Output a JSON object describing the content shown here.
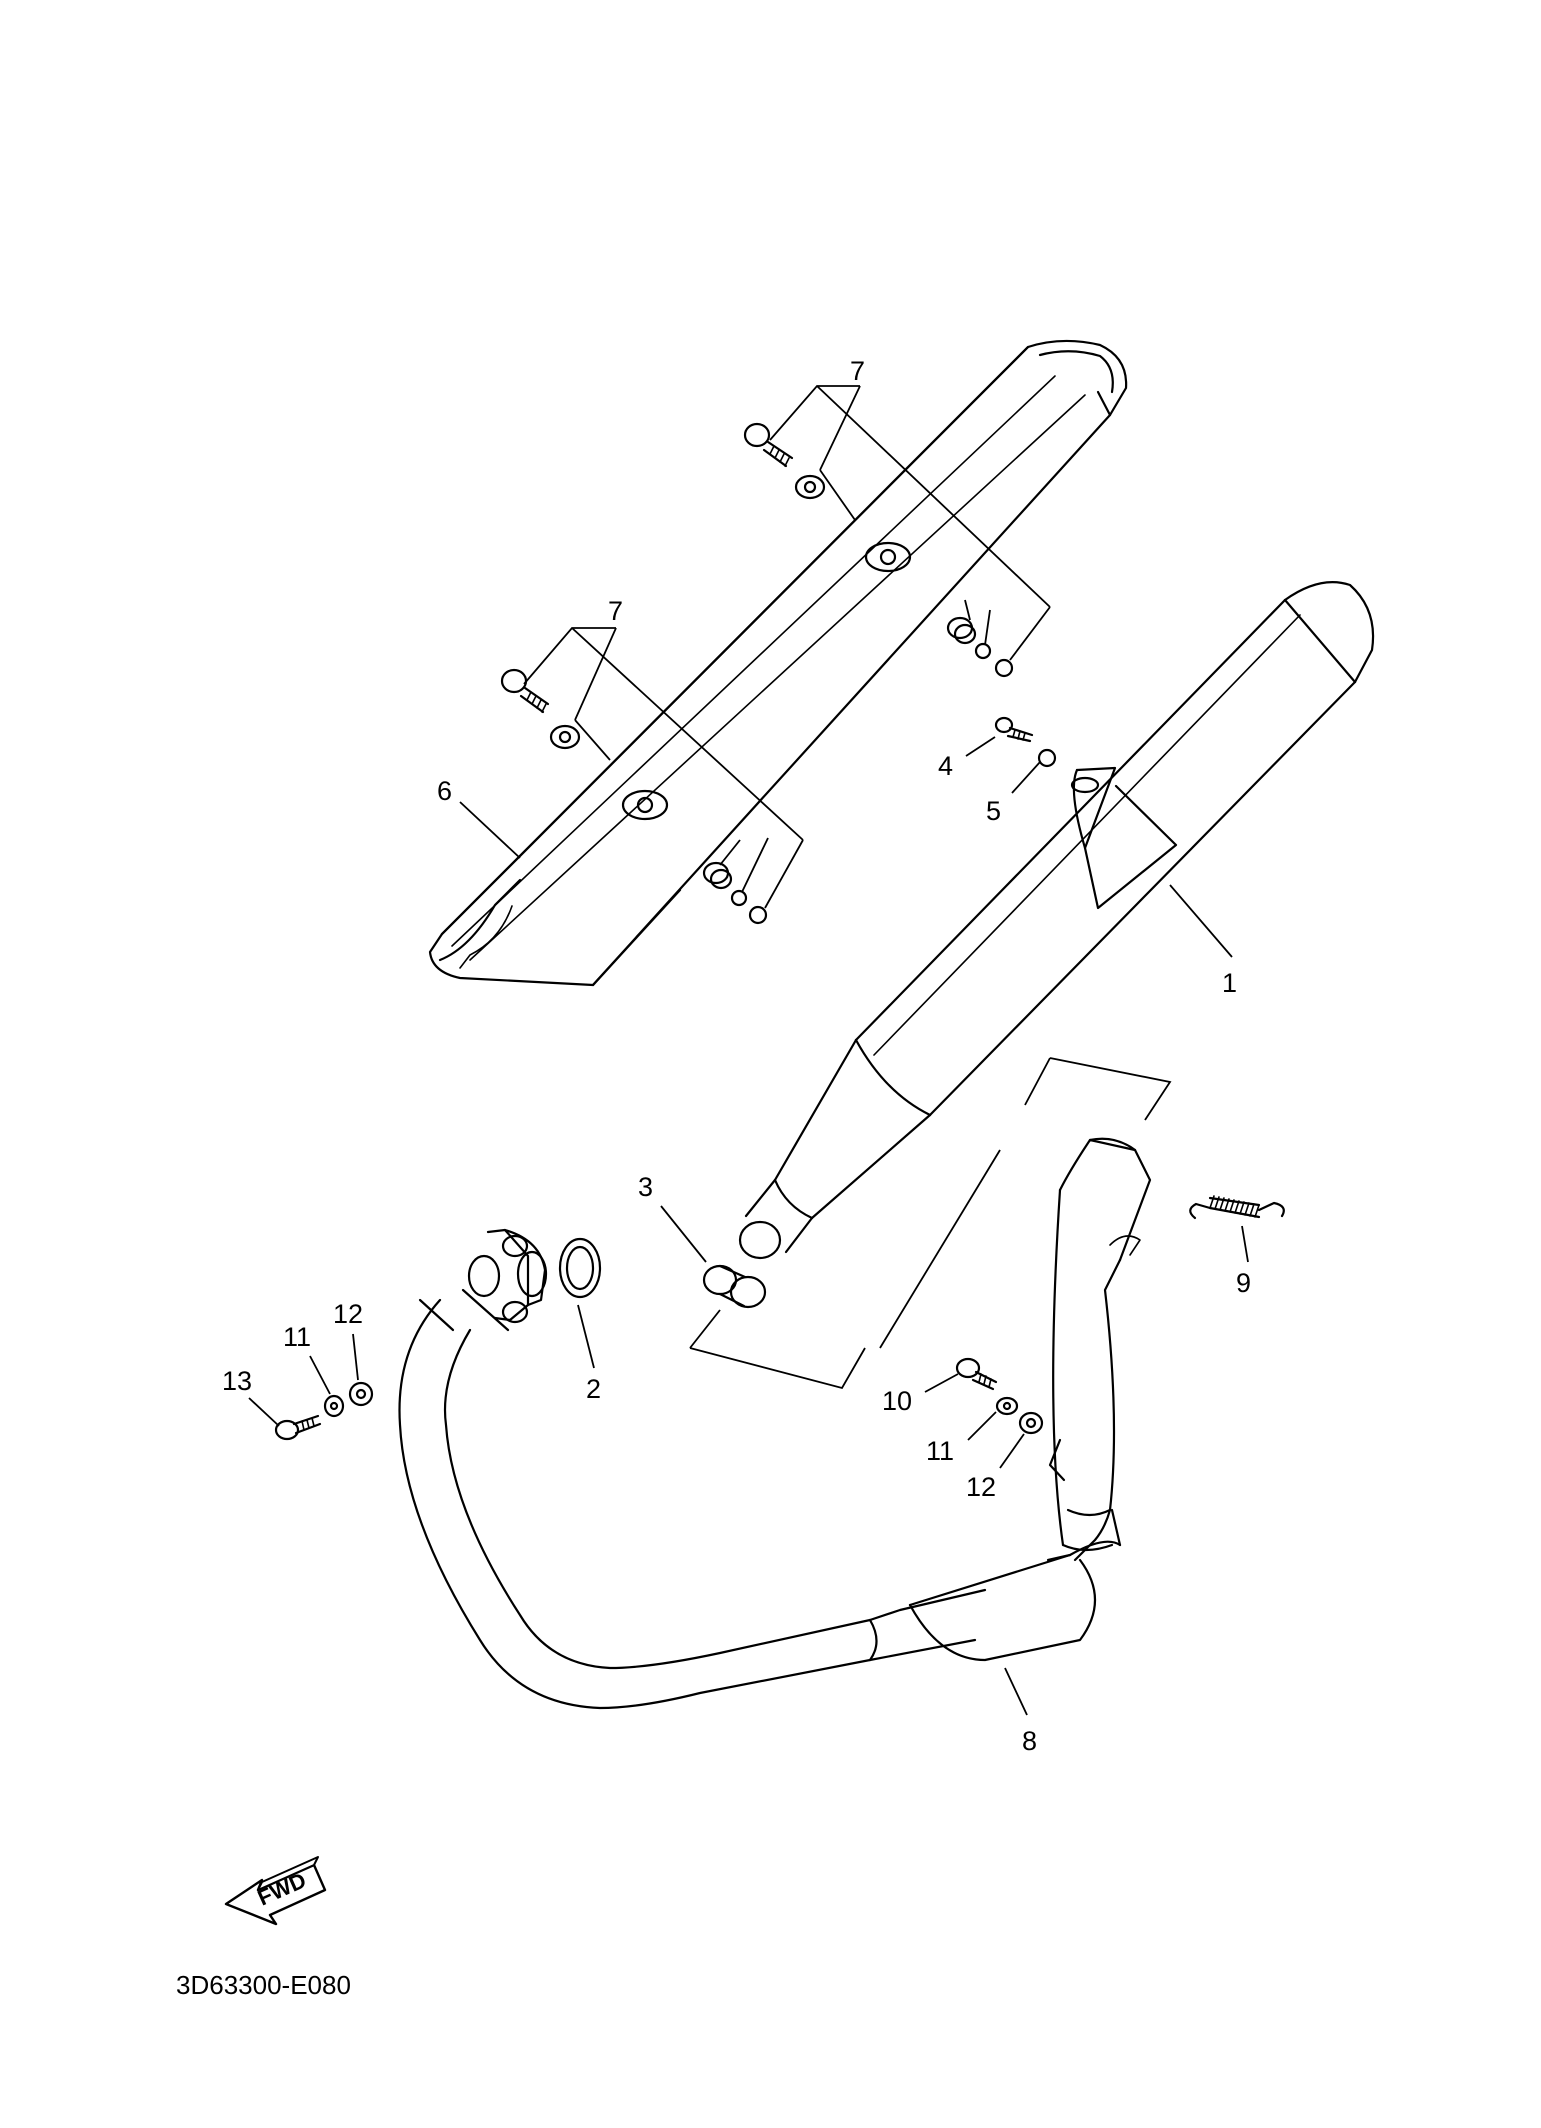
{
  "figure_code": "3D63300-E080",
  "fwd_label": "FWD",
  "callouts": {
    "c1": "1",
    "c2": "2",
    "c3": "3",
    "c4": "4",
    "c5": "5",
    "c6": "6",
    "c7a": "7",
    "c7b": "7",
    "c8": "8",
    "c9": "9",
    "c10": "10",
    "c11a": "11",
    "c11b": "11",
    "c12a": "12",
    "c12b": "12",
    "c13": "13"
  }
}
